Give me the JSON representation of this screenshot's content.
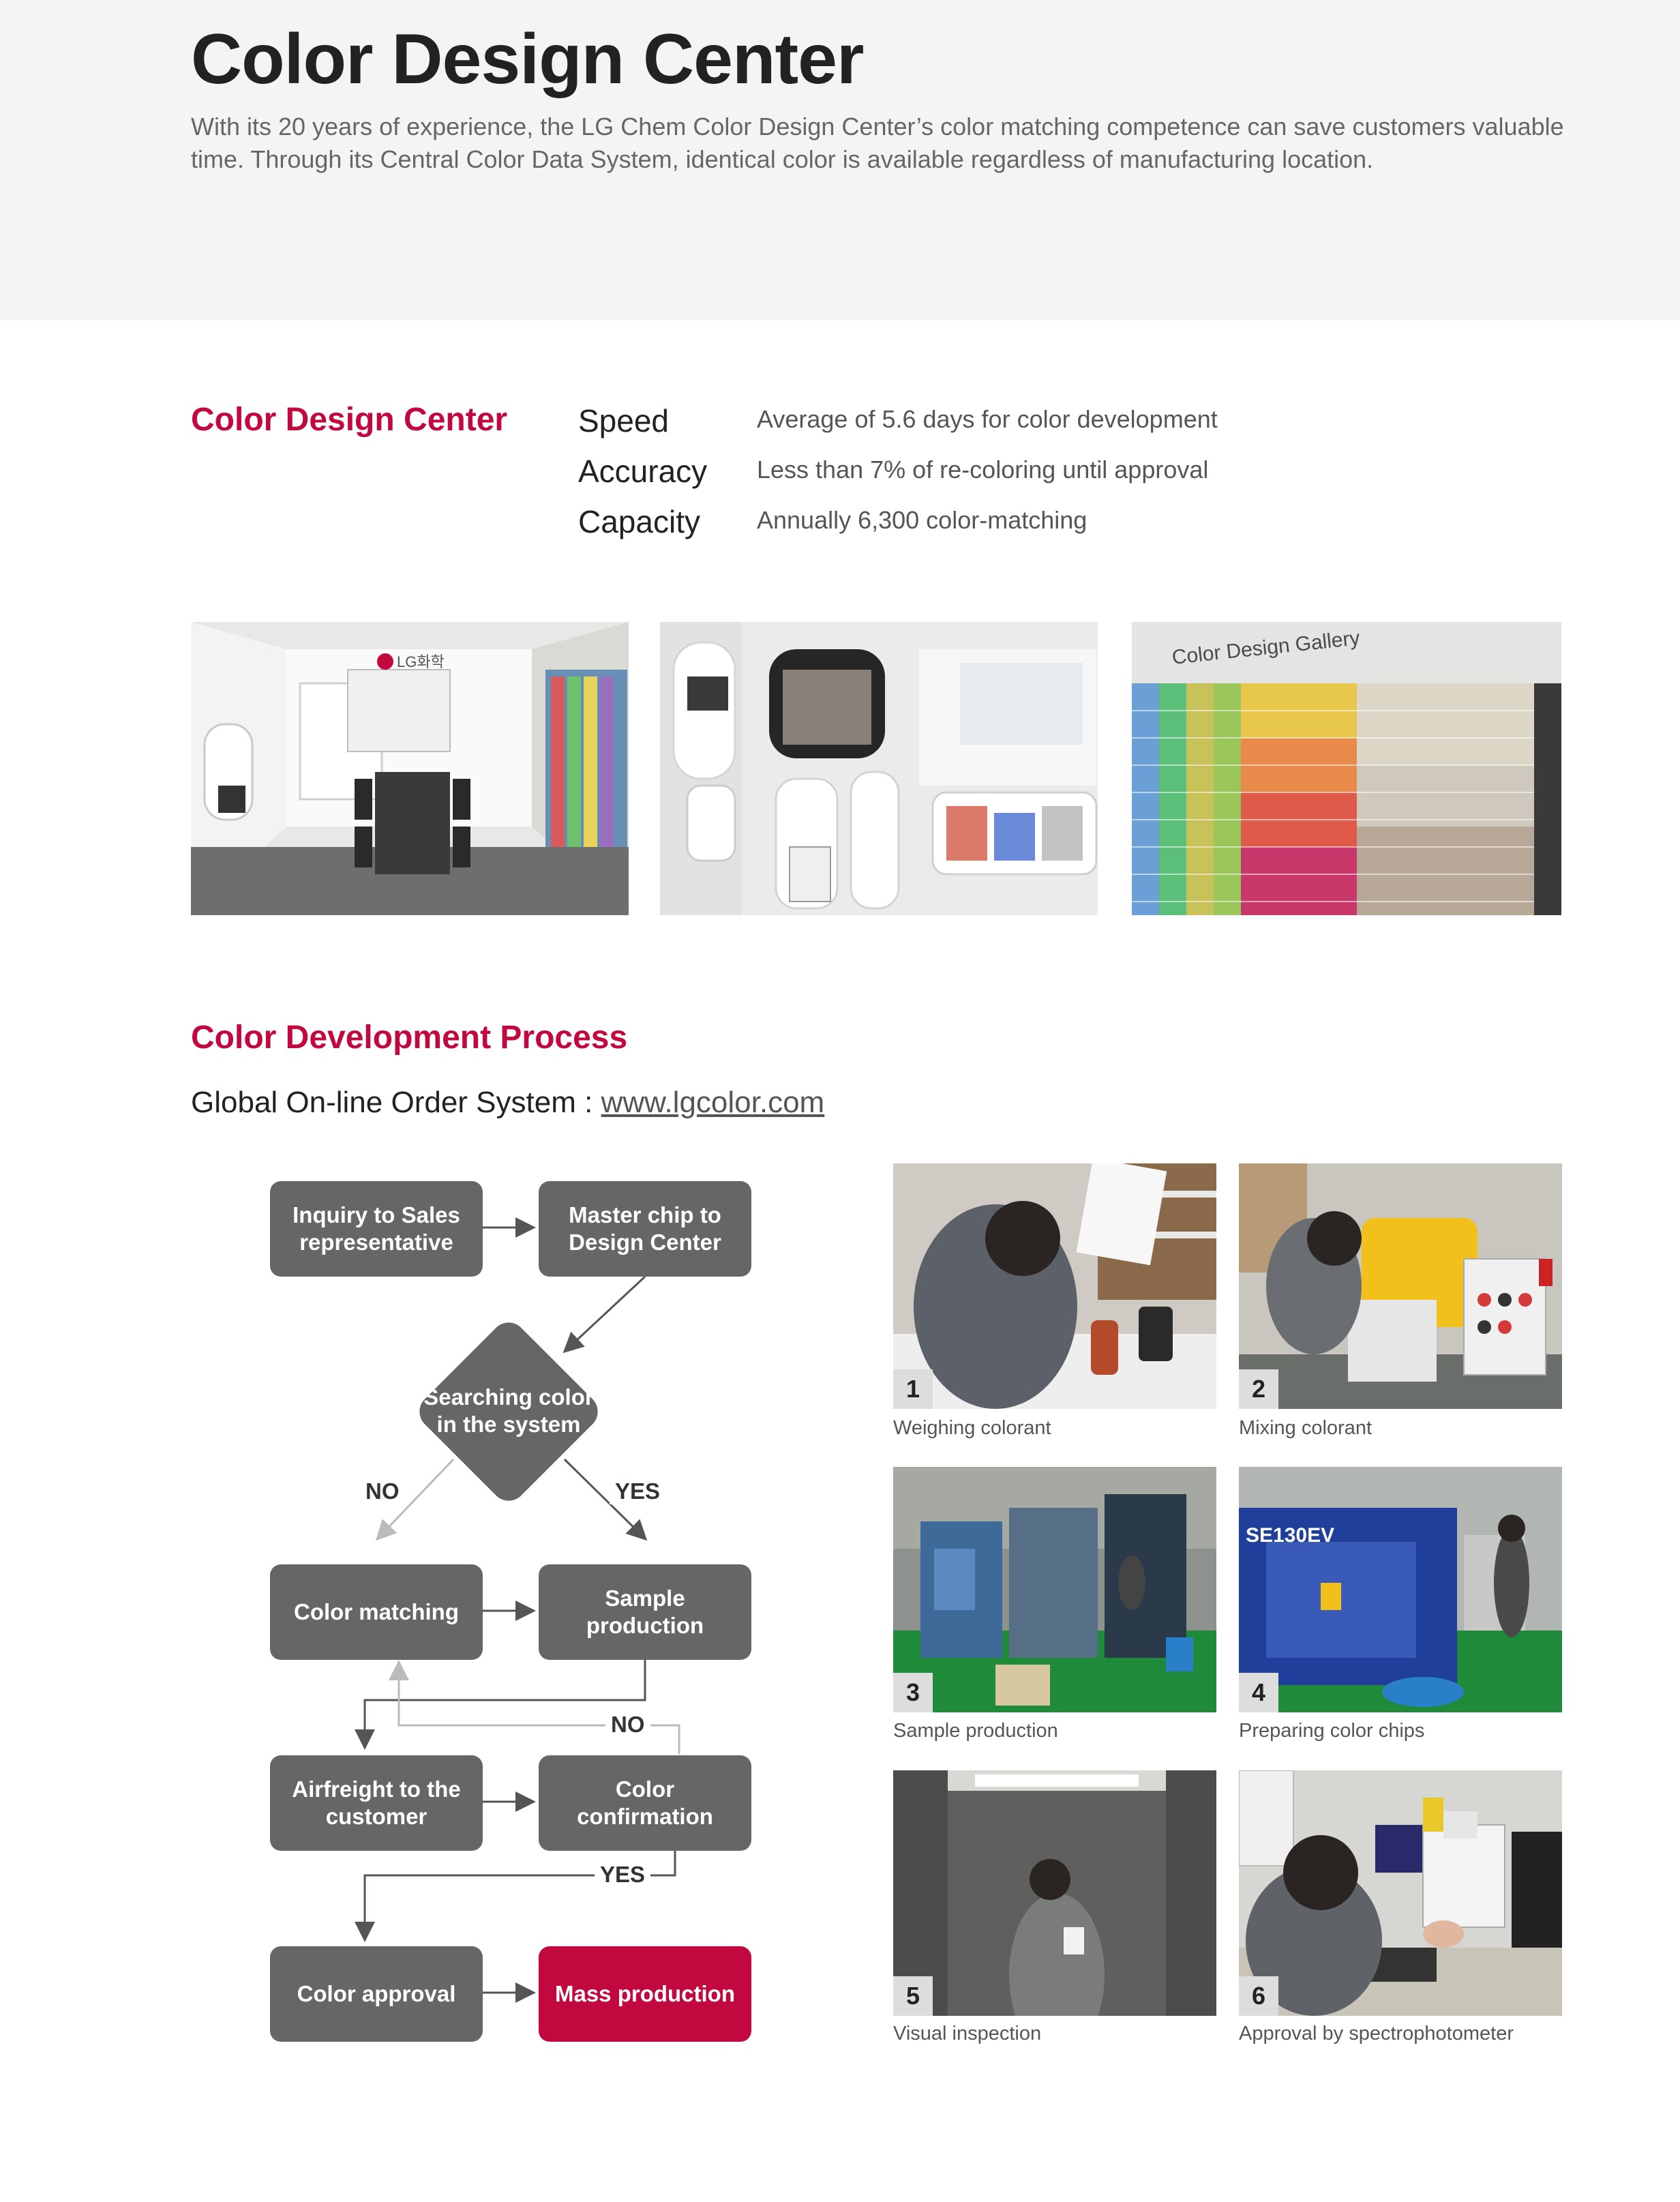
{
  "header": {
    "title": "Color Design Center",
    "intro": "With its 20 years of experience, the LG Chem Color Design Center’s color matching competence can save customers valuable time. Through its Central Color Data System, identical color is available regardless of manufacturing location."
  },
  "overview": {
    "heading": "Color Design Center",
    "stats": [
      {
        "label": "Speed",
        "value": "Average of 5.6 days for color development"
      },
      {
        "label": "Accuracy",
        "value": "Less than 7% of re-coloring until approval"
      },
      {
        "label": "Capacity",
        "value": "Annually 6,300 color-matching"
      }
    ]
  },
  "gallery": {
    "sign_text": "Color Design Gallery",
    "logo_text": "LG화학"
  },
  "process": {
    "heading": "Color Development Process",
    "order_label": "Global On-line Order System : ",
    "order_link": "www.lgcolor.com",
    "nodes": {
      "inquiry": "Inquiry to Sales representative",
      "master_chip": "Master chip to Design Center",
      "searching": "Searching color in the system",
      "color_matching": "Color matching",
      "sample_production": "Sample production",
      "airfreight": "Airfreight to the customer",
      "color_confirmation": "Color confirmation",
      "color_approval": "Color approval",
      "mass_production": "Mass production"
    },
    "labels": {
      "no": "NO",
      "yes": "YES"
    },
    "colors": {
      "node": "#666666",
      "highlight": "#c1093f",
      "accent": "#c1093f"
    }
  },
  "steps": [
    {
      "number": "1",
      "caption": "Weighing colorant"
    },
    {
      "number": "2",
      "caption": "Mixing colorant"
    },
    {
      "number": "3",
      "caption": "Sample production"
    },
    {
      "number": "4",
      "caption": "Preparing color chips"
    },
    {
      "number": "5",
      "caption": "Visual inspection"
    },
    {
      "number": "6",
      "caption": "Approval by spectrophotometer"
    }
  ],
  "machine_label": "SE130EV"
}
